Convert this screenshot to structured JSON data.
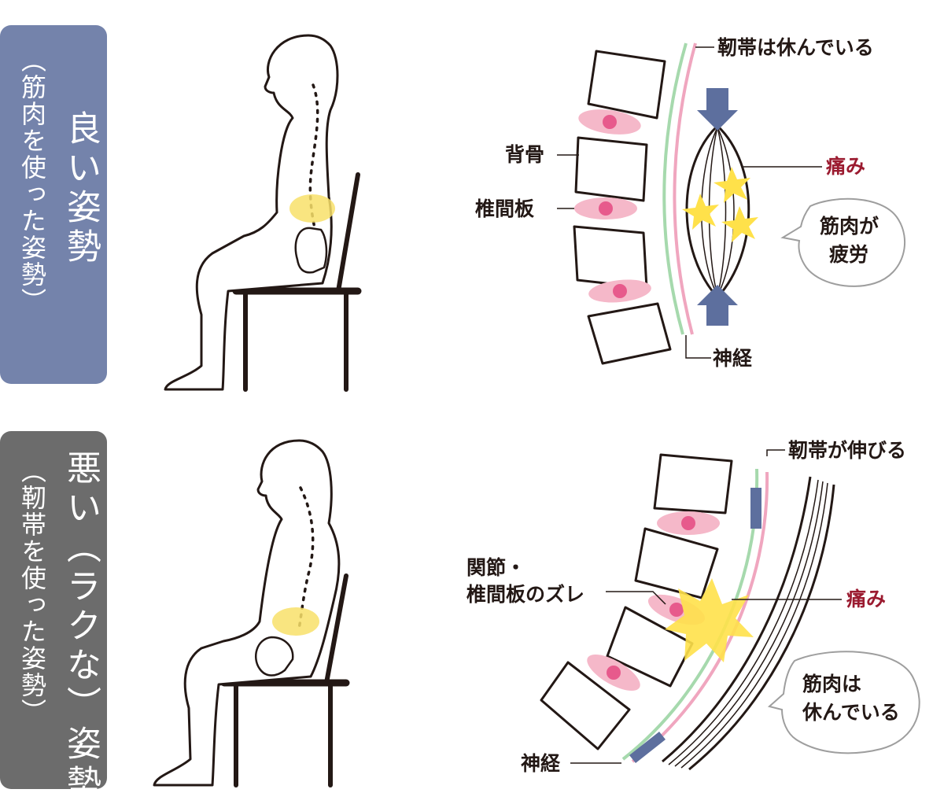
{
  "good": {
    "title": "良い姿勢",
    "subtitle": "（筋肉を使った姿勢）",
    "panel_color": "#7483ab",
    "labels": {
      "ligament": "靭帯は休んでいる",
      "backbone": "背骨",
      "disc": "椎間板",
      "pain": "痛み",
      "muscle_line1": "筋肉が",
      "muscle_line2": "疲労",
      "nerve": "神経"
    }
  },
  "bad": {
    "title": "悪い（ラクな）姿勢",
    "subtitle": "（靭帯を使った姿勢）",
    "panel_color": "#6c6c6c",
    "labels": {
      "ligament": "靭帯が伸びる",
      "joint_line1": "関節・",
      "joint_line2": "椎間板のズレ",
      "pain": "痛み",
      "muscle_line1": "筋肉は",
      "muscle_line2": "休んでいる",
      "nerve": "神経"
    }
  },
  "colors": {
    "pain_text": "#9b1b30",
    "disc_pink": "#f5b8c9",
    "disc_core": "#e75a8c",
    "ligament_green": "#a6d9ad",
    "ligament_pink": "#f0a6bf",
    "arrow_blue": "#5d6f9e",
    "pain_star": "#ffe14a",
    "lumbar_highlight": "#f8e06a"
  }
}
